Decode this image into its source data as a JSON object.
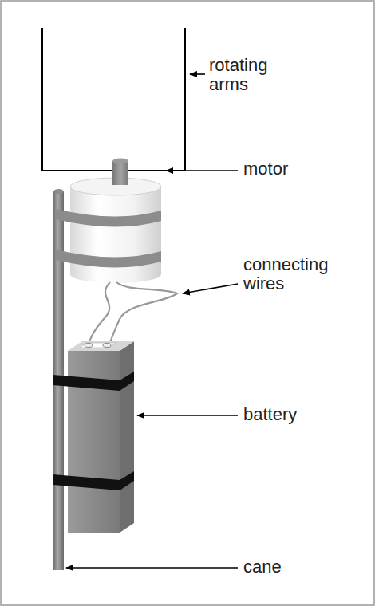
{
  "diagram": {
    "labels": [
      "rotating arms",
      "motor",
      "connecting wires",
      "battery",
      "cane"
    ]
  }
}
